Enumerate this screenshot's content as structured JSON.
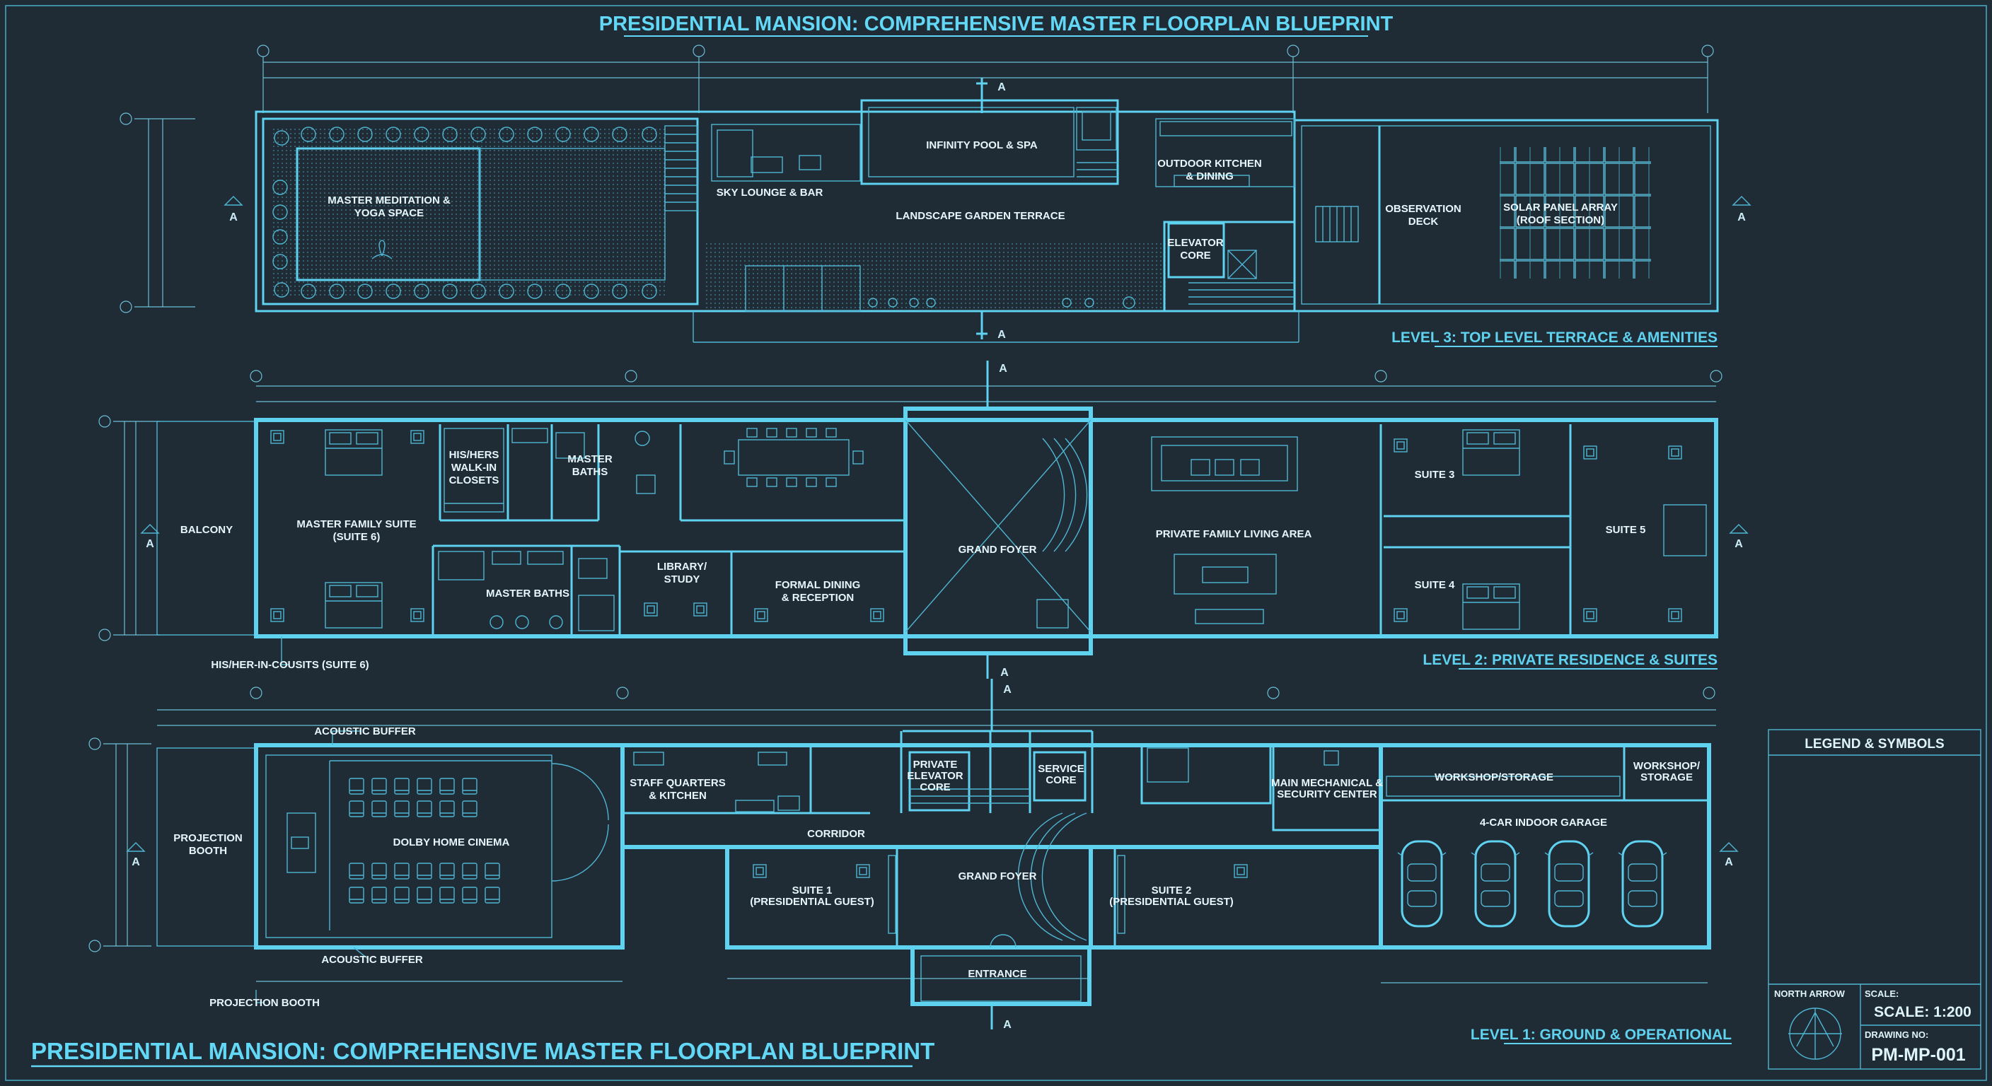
{
  "title": "PRESIDENTIAL MANSION: COMPREHENSIVE MASTER FLOORPLAN BLUEPRINT",
  "footer_title": "PRESIDENTIAL MANSION: COMPREHENSIVE MASTER FLOORPLAN BLUEPRINT",
  "section_marker": "A",
  "levels": {
    "level3": {
      "label": "LEVEL 3: TOP LEVEL TERRACE & AMENITIES",
      "rooms": {
        "meditation": [
          "MASTER MEDITATION &",
          "YOGA SPACE"
        ],
        "sky_lounge": "SKY LOUNGE & BAR",
        "pool": "INFINITY POOL & SPA",
        "garden": "LANDSCAPE GARDEN TERRACE",
        "kitchen": [
          "OUTDOOR KITCHEN",
          "& DINING"
        ],
        "elevator": [
          "ELEVATOR",
          "CORE"
        ],
        "observation": [
          "OBSERVATION",
          "DECK"
        ],
        "solar": [
          "SOLAR PANEL ARRAY",
          "(ROOF SECTION)"
        ]
      }
    },
    "level2": {
      "label": "LEVEL 2: PRIVATE RESIDENCE & SUITES",
      "rooms": {
        "balcony": "BALCONY",
        "master_suite": [
          "MASTER FAMILY SUITE",
          "(SUITE 6)"
        ],
        "closets": [
          "HIS/HERS",
          "WALK-IN",
          "CLOSETS"
        ],
        "master_baths_top": [
          "MASTER",
          "BATHS"
        ],
        "master_baths": "MASTER BATHS",
        "library": [
          "LIBRARY/",
          "STUDY"
        ],
        "formal_dining": [
          "FORMAL DINING",
          "& RECEPTION"
        ],
        "grand_foyer": "GRAND FOYER",
        "living": "PRIVATE FAMILY LIVING AREA",
        "suite3": "SUITE 3",
        "suite4": "SUITE 4",
        "suite5": "SUITE 5"
      },
      "callout": "HIS/HER-IN-COUSITS (SUITE 6)"
    },
    "level1": {
      "label": "LEVEL 1: GROUND & OPERATIONAL",
      "rooms": {
        "projection": [
          "PROJECTION",
          "BOOTH"
        ],
        "cinema": "DOLBY HOME CINEMA",
        "staff": [
          "STAFF QUARTERS",
          "& KITCHEN"
        ],
        "corridor": "CORRIDOR",
        "private_elevator": [
          "PRIVATE",
          "ELEVATOR",
          "CORE"
        ],
        "service": [
          "SERVICE",
          "CORE"
        ],
        "suite1": [
          "SUITE 1",
          "(PRESIDENTIAL GUEST)"
        ],
        "grand_foyer": "GRAND FOYER",
        "suite2": [
          "SUITE 2",
          "(PRESIDENTIAL GUEST)"
        ],
        "entrance": "ENTRANCE",
        "mechanical": [
          "MAIN MECHANICAL &",
          "SECURITY CENTER"
        ],
        "workshop": "WORKSHOP/STORAGE",
        "workshop2": [
          "WORKSHOP/",
          "STORAGE"
        ],
        "garage": "4-CAR INDOOR GARAGE"
      },
      "callouts": {
        "acoustic_top": "ACOUSTIC BUFFER",
        "acoustic_bottom": "ACOUSTIC BUFFER",
        "projection_booth": "PROJECTION BOOTH"
      }
    }
  },
  "legend": {
    "title": "LEGEND & SYMBOLS",
    "north_arrow": "NORTH ARROW",
    "scale_label": "SCALE:",
    "scale_value": "SCALE: 1:200",
    "drawing_no_label": "DRAWING NO:",
    "drawing_no": "PM-MP-001"
  },
  "colors": {
    "background": "#1f2b35",
    "line": "#5fd2f0",
    "text": "#e6f7fd"
  }
}
